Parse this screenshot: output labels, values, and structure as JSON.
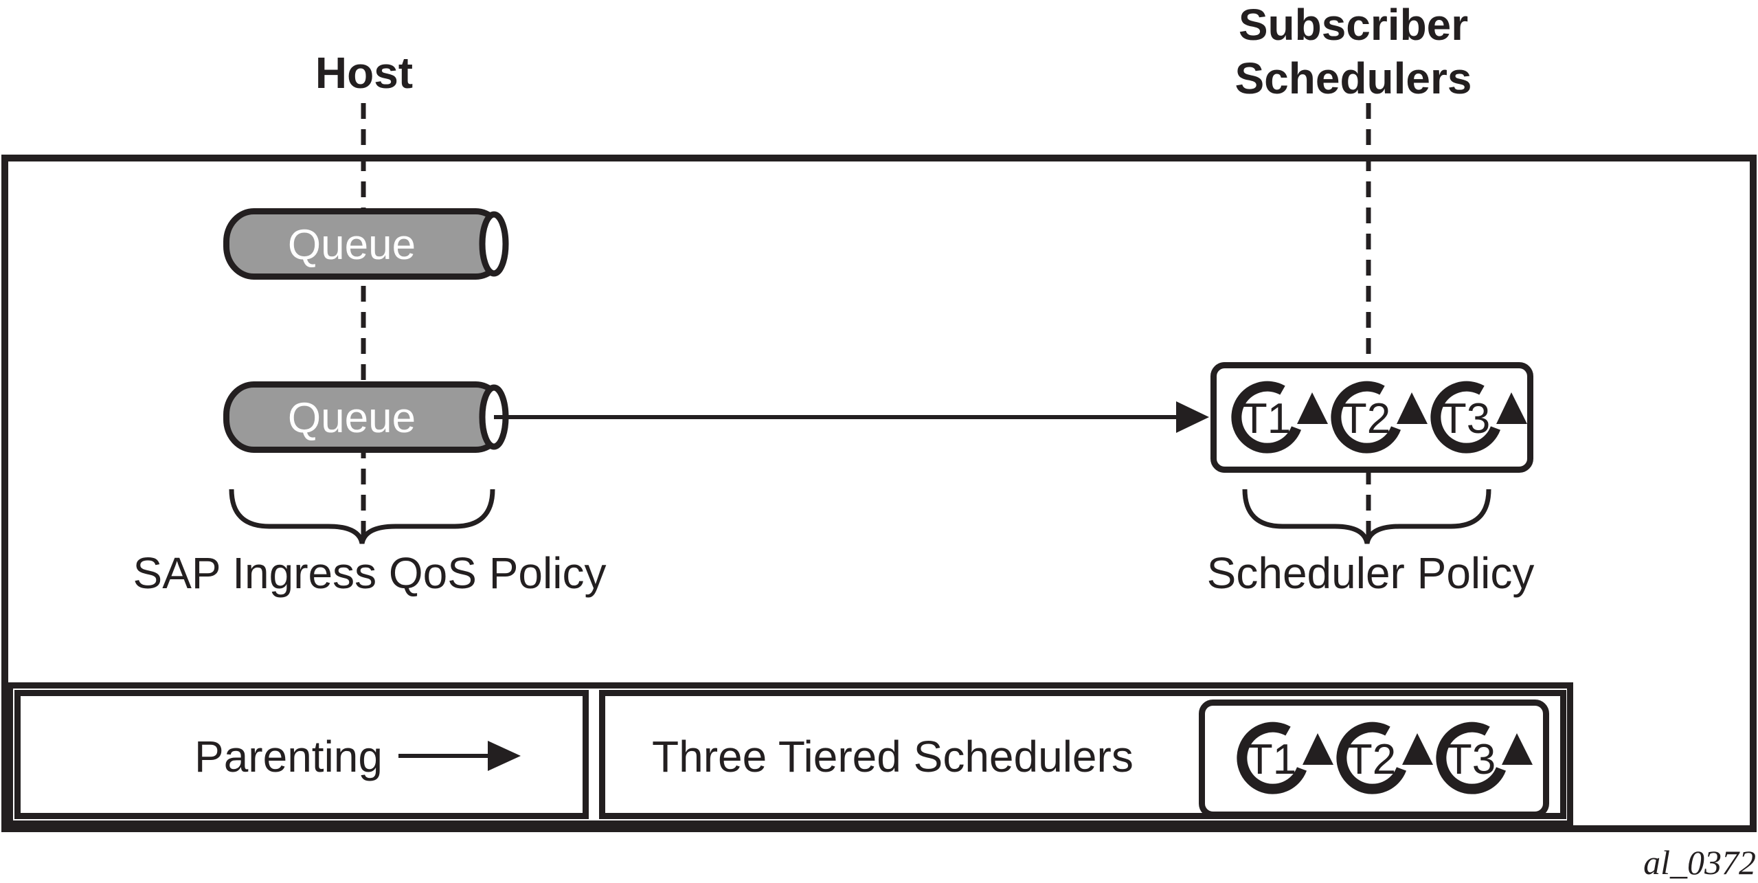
{
  "colors": {
    "ink": "#231f20",
    "queue_fill": "#9a9a9a",
    "background": "#ffffff",
    "queue_text": "#ffffff"
  },
  "header": {
    "host_label": "Host",
    "subscriber_label_line1": "Subscriber",
    "subscriber_label_line2": "Schedulers"
  },
  "queues": {
    "queue1_label": "Queue",
    "queue2_label": "Queue"
  },
  "policies": {
    "sap_ingress_label": "SAP Ingress QoS Policy",
    "scheduler_policy_label": "Scheduler Policy"
  },
  "schedulers": {
    "tiers": [
      "T1",
      "T2",
      "T3"
    ]
  },
  "bottom": {
    "parenting_label": "Parenting",
    "three_tiered_label": "Three Tiered Schedulers"
  },
  "figure_id": "al_0372"
}
